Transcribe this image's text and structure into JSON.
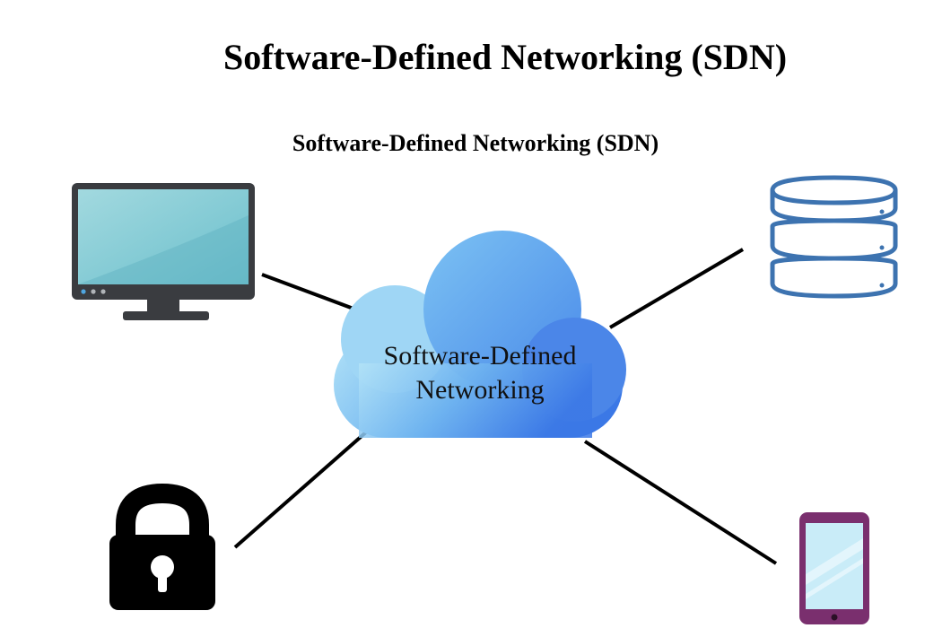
{
  "title": "Software-Defined Networking (SDN)",
  "subtitle": "Software-Defined Networking (SDN)",
  "cloud": {
    "label_line1": "Software-Defined",
    "label_line2": "Networking"
  },
  "nodes": [
    {
      "id": "monitor",
      "icon": "monitor-icon",
      "position": "top-left"
    },
    {
      "id": "database",
      "icon": "database-icon",
      "position": "top-right"
    },
    {
      "id": "lock",
      "icon": "lock-icon",
      "position": "bottom-left"
    },
    {
      "id": "tablet",
      "icon": "tablet-icon",
      "position": "bottom-right"
    }
  ],
  "colors": {
    "cloud_light": "#a8dcf4",
    "cloud_dark": "#3f7fe8",
    "monitor_screen": "#7ec8d3",
    "monitor_frame": "#3a3c40",
    "database_stroke": "#3d73b0",
    "tablet_frame": "#7a2f6e",
    "tablet_screen": "#c9ecf8",
    "lock": "#000000",
    "connector": "#000000"
  }
}
